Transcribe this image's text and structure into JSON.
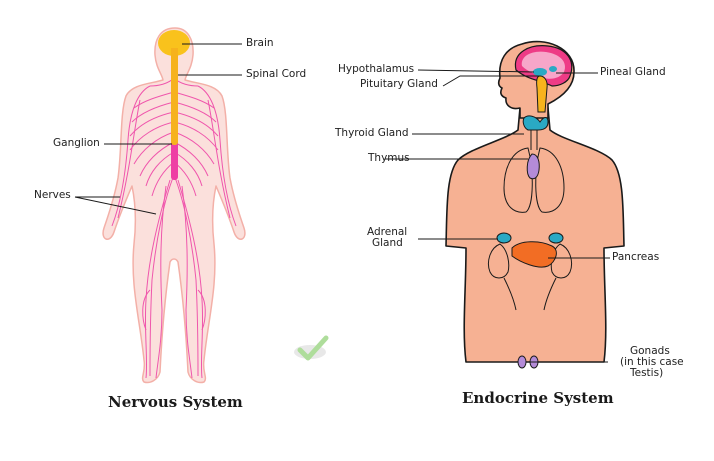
{
  "nervous_system": {
    "title": "Nervous System",
    "labels": {
      "brain": "Brain",
      "spinal_cord": "Spinal Cord",
      "ganglion": "Ganglion",
      "nerves": "Nerves"
    }
  },
  "endocrine_system": {
    "title": "Endocrine System",
    "labels": {
      "hypothalamus": "Hypothalamus",
      "pituitary": "Pituitary Gland",
      "pineal": "Pineal Gland",
      "thyroid": "Thyroid Gland",
      "thymus": "Thymus",
      "adrenal_1": "Adrenal",
      "adrenal_2": "Gland",
      "pancreas": "Pancreas",
      "gonads_1": "Gonads",
      "gonads_2": "(in this case",
      "gonads_3": "Testis)"
    }
  },
  "colors": {
    "nerve_body": "#fbe0dc",
    "nerve_outline": "#f3b0a8",
    "nerve_pink": "#ee3fa4",
    "brain": "#f9c21c",
    "spinal": "#f6b21d",
    "skin": "#f6b193",
    "skin_outline": "#1a1a1a",
    "brain_endocrine": "#ee3b86",
    "pineal": "#2aa9c4",
    "pituitary": "#f7b31c",
    "thyroid": "#2aa9c4",
    "thymus": "#b48bd8",
    "adrenal": "#2aa9c4",
    "pancreas": "#f26d24",
    "gonads": "#b48bd8",
    "watermark": "#6cc24a"
  }
}
